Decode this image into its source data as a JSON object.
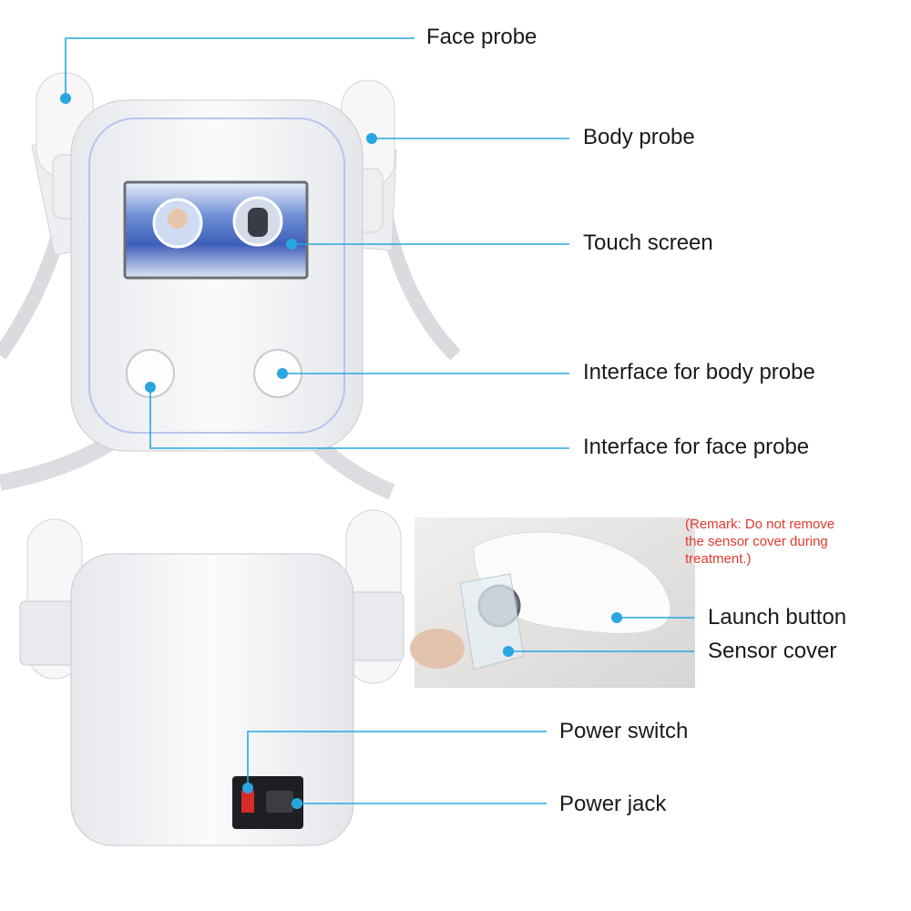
{
  "labels": {
    "face_probe": "Face probe",
    "body_probe": "Body probe",
    "touch_screen": "Touch screen",
    "interface_body": "Interface for body probe",
    "interface_face": "Interface for face probe",
    "launch_button": "Launch button",
    "sensor_cover": "Sensor cover",
    "power_switch": "Power switch",
    "power_jack": "Power jack"
  },
  "remark": {
    "line1": "(Remark: Do not remove",
    "line2": "the sensor cover during",
    "line3": "treatment.)"
  },
  "colors": {
    "leader_line": "#2aa6df",
    "remark_text": "#e03a2f",
    "device_body": "#f3f4f6",
    "screen_blue": "#4a6fc8"
  }
}
